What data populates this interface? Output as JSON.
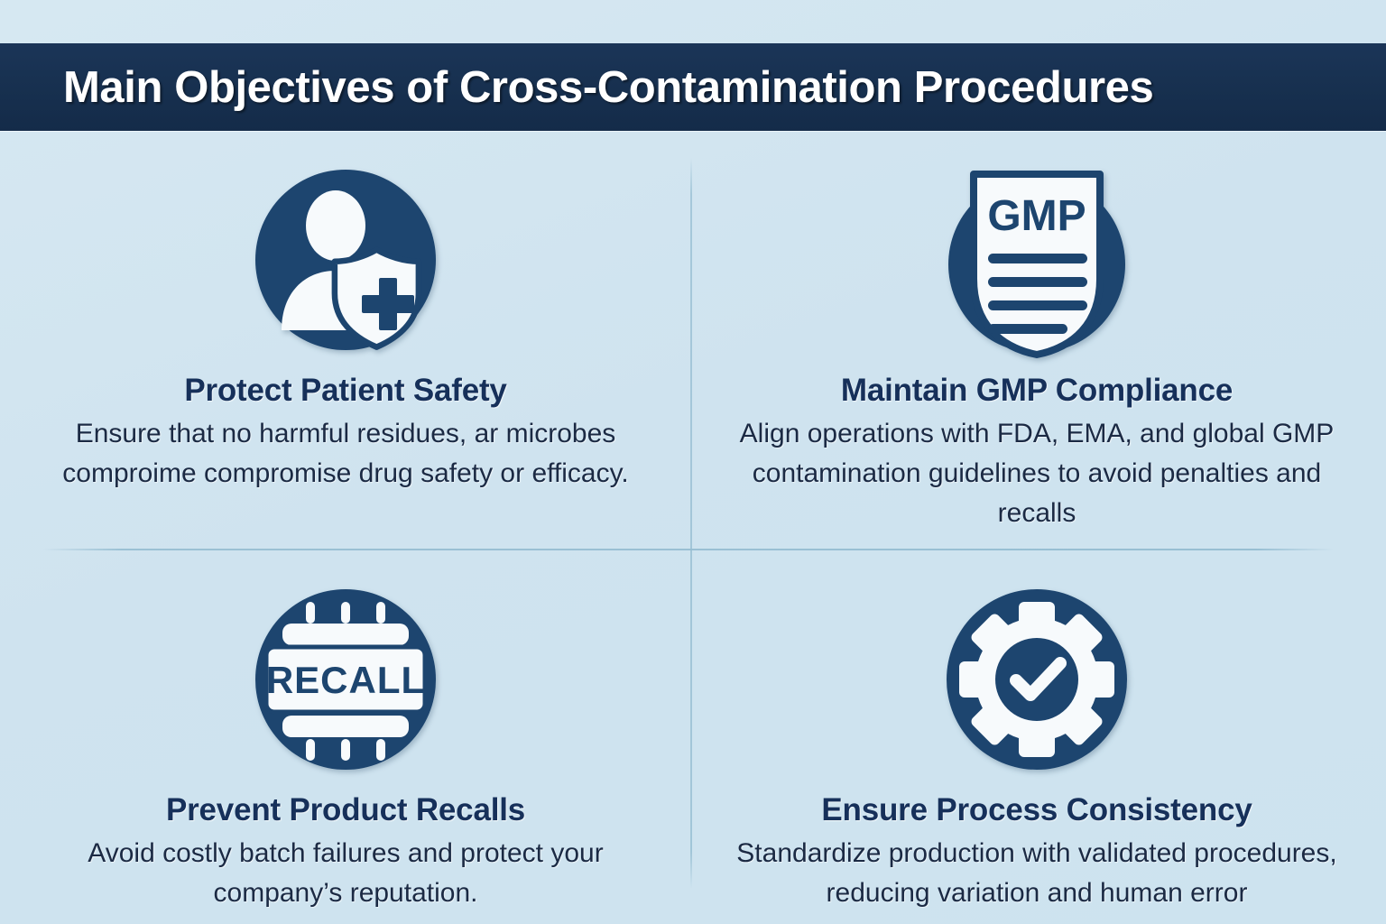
{
  "header": {
    "title": "Main Objectives of Cross-Contamination Procedures"
  },
  "colors": {
    "background": "#d2e6f1",
    "header_band": "#17304f",
    "navy": "#1d456f",
    "title_text": "#16305a",
    "body_text": "#1b2a44",
    "icon_white": "#f7fafc",
    "divider": "#92bbd0"
  },
  "cells": [
    {
      "id": "protect-patient-safety",
      "icon": "person-shield-medical-cross-icon",
      "title": "Protect Patient Safety",
      "body": "Ensure that no harmful residues, ar microbes comproime compromise drug safety or efficacy."
    },
    {
      "id": "maintain-gmp-compliance",
      "icon": "gmp-document-shield-icon",
      "icon_label": "GMP",
      "title": "Maintain GMP Compliance",
      "body": "Align operations with FDA, EMA, and global GMP contamination guidelines to avoid penalties and recalls"
    },
    {
      "id": "prevent-product-recalls",
      "icon": "recall-stamp-icon",
      "icon_label": "RECALL",
      "title": "Prevent Product Recalls",
      "body": "Avoid costly batch failures and protect your company’s reputation."
    },
    {
      "id": "ensure-process-consistency",
      "icon": "gear-checkmark-icon",
      "title": "Ensure Process Consistency",
      "body": "Standardize production with validated procedures, reducing variation and human error"
    }
  ]
}
